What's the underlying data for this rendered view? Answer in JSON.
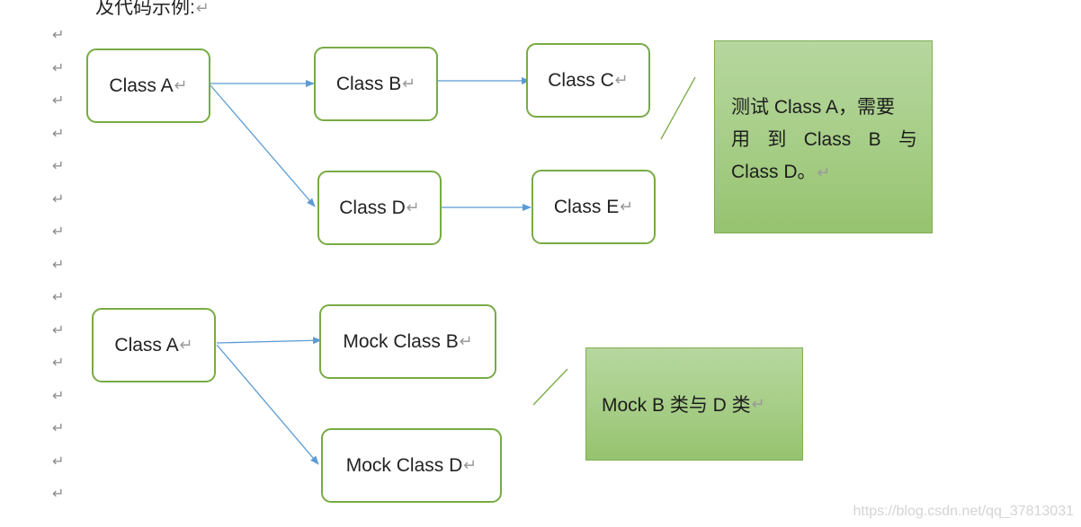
{
  "heading": "及代码示例:",
  "return_glyph": "↵",
  "margin_mark_count": 15,
  "diagram_top": {
    "class_a": "Class A",
    "class_b": "Class B",
    "class_c": "Class C",
    "class_d": "Class D",
    "class_e": "Class E",
    "note_lines": [
      [
        "测试 Class A，需要"
      ],
      [
        "用",
        "到",
        "Class",
        "B",
        "与"
      ],
      [
        "Class D。"
      ]
    ]
  },
  "diagram_bottom": {
    "class_a": "Class A",
    "mock_b": "Mock Class B",
    "mock_d": "Mock Class D",
    "note": "Mock B 类与 D 类"
  },
  "watermark": "https://blog.csdn.net/qq_37813031",
  "colors": {
    "node_border": "#78ab44",
    "arrow": "#5b9bd5",
    "callout_line": "#78ab44",
    "note_fill_top": "#b6d79f",
    "note_fill_bottom": "#96c36f"
  }
}
